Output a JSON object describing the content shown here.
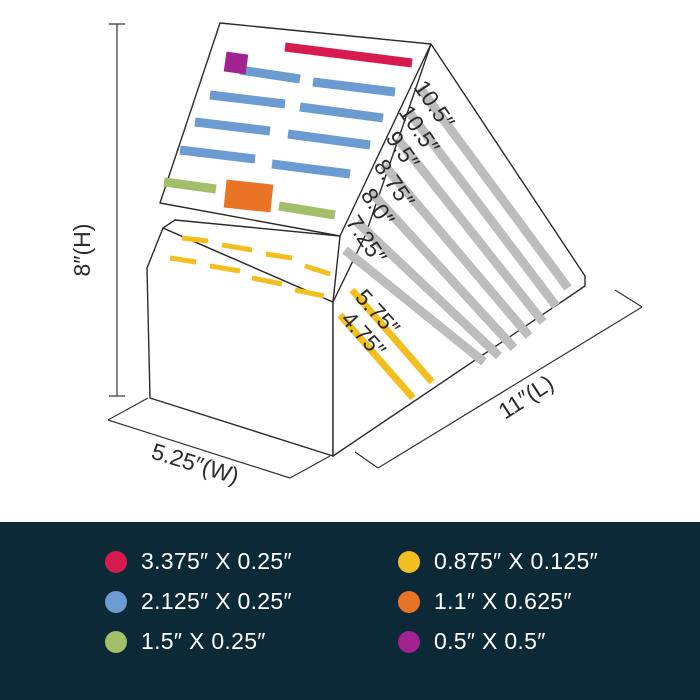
{
  "dimensions": {
    "height": "8″(H)",
    "width": "5.25″(W)",
    "length": "11″(L)"
  },
  "slot_labels": [
    "10.5″",
    "10.5″",
    "9.5″",
    "8.75″",
    "8.0″",
    "7.25″",
    "5.75″",
    "4.75″"
  ],
  "legend": [
    {
      "color": "#d81b4f",
      "label": "3.375″ X 0.25″"
    },
    {
      "color": "#f2bf1e",
      "label": "0.875″ X 0.125″"
    },
    {
      "color": "#6c9bd2",
      "label": "2.125″ X 0.25″"
    },
    {
      "color": "#ea7425",
      "label": "1.1″ X 0.625″"
    },
    {
      "color": "#a3bf6a",
      "label": "1.5″ X 0.25″"
    },
    {
      "color": "#a12391",
      "label": "0.5″ X 0.5″"
    }
  ]
}
